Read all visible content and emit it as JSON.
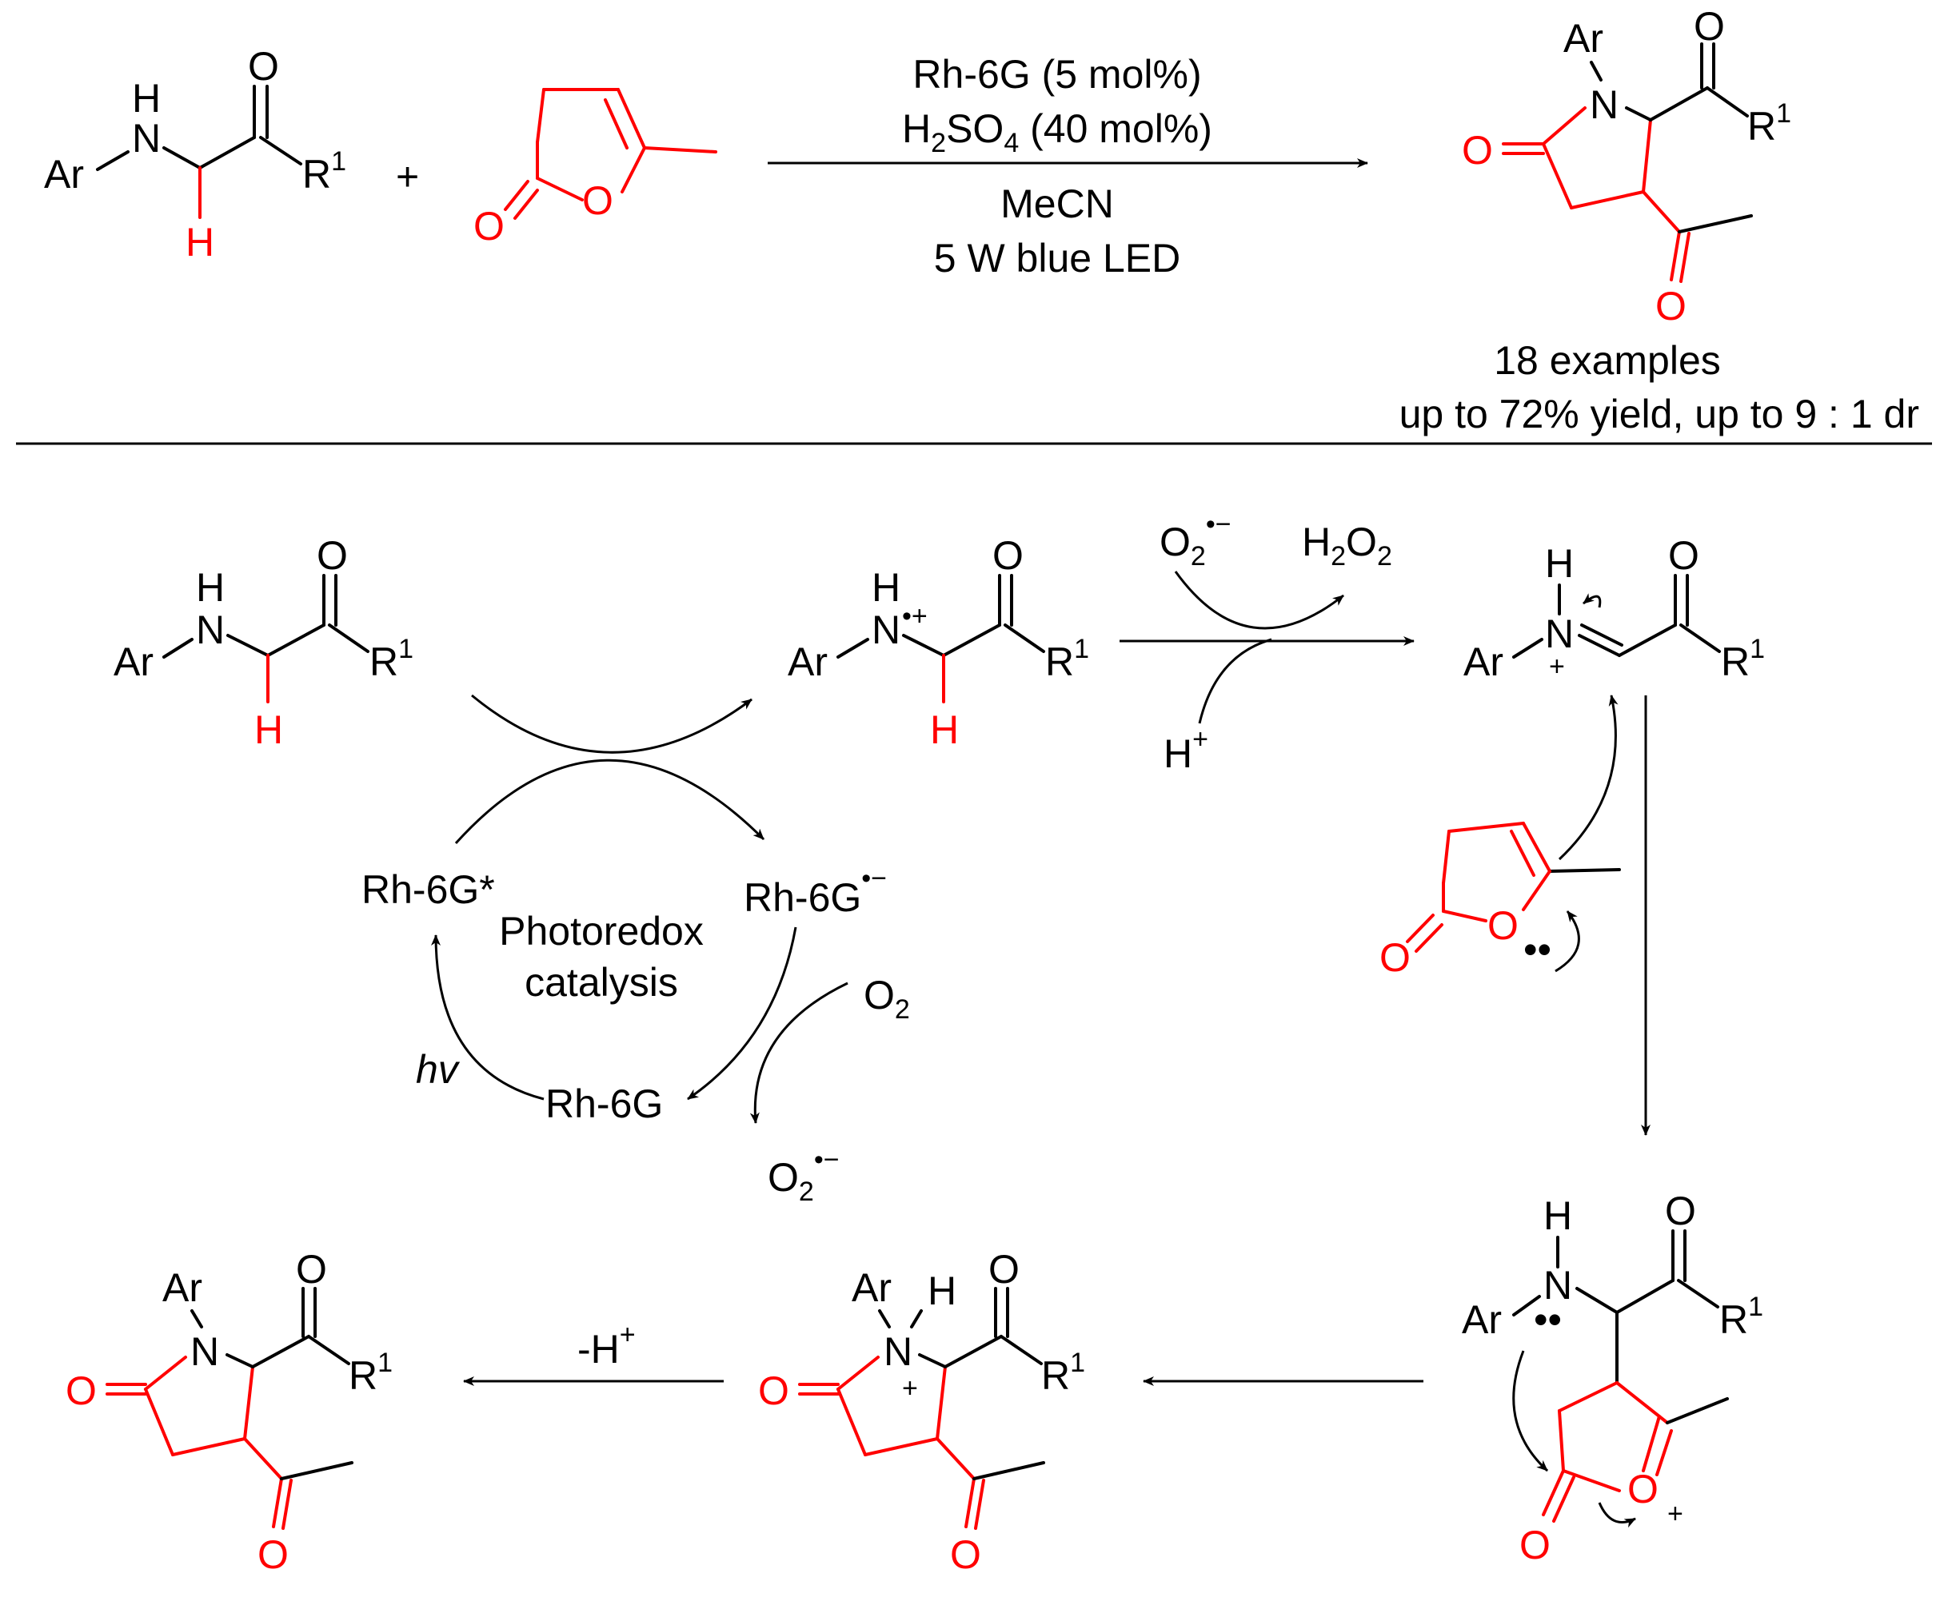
{
  "reaction": {
    "conditions": {
      "line1": "Rh-6G (5 mol%)",
      "line2_pre": "H",
      "line2_sub1": "2",
      "line2_mid": "SO",
      "line2_sub2": "4",
      "line2_post": " (40 mol%)",
      "line3": "MeCN",
      "line4": "5 W blue LED"
    },
    "plus": "+",
    "results": {
      "examples": "18 examples",
      "yield": "up to 72% yield, up to 9 : 1 dr"
    }
  },
  "atoms": {
    "Ar": "Ar",
    "N": "N",
    "H": "H",
    "O": "O",
    "R": "R",
    "R_sup": "1",
    "plus": "+",
    "minus": "−",
    "radical_dot": "•",
    "lone_pair": "••"
  },
  "mechanism": {
    "superoxide": "O",
    "superoxide_sub": "2",
    "superoxide_sup": "•−",
    "h2o2_H": "H",
    "h2o2_sub": "2",
    "h2o2_O": "O",
    "h2o2_sub2": "2",
    "proton_H": "H",
    "proton_sup": "+",
    "aminium_sup": "•+",
    "deprotonation": "-H",
    "deprotonation_sup": "+"
  },
  "catalysis": {
    "center_line1": "Photoredox",
    "center_line2": "catalysis",
    "rh_excited": "Rh-6G*",
    "rh_radical_anion": "Rh-6G",
    "rh_radical_anion_sup": "•−",
    "rh_ground": "Rh-6G",
    "hv": "hv",
    "o2": "O",
    "o2_sub": "2",
    "superoxide": "O",
    "superoxide_sub": "2",
    "superoxide_sup": "•−"
  },
  "colors": {
    "highlight": "#ff0000",
    "ink": "#000000"
  }
}
